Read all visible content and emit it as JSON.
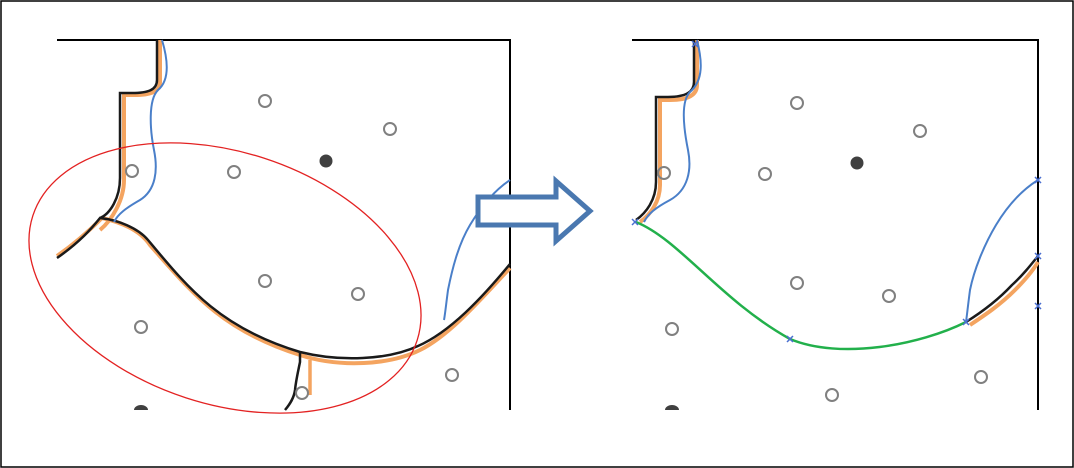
{
  "figure": {
    "colors": {
      "frame": "#000000",
      "black_curve": "#1a1a1a",
      "orange_curve": "#f4a460",
      "blue_curve": "#4a7fc9",
      "green_curve": "#22b04b",
      "ellipse": "#e32222",
      "arrow": "#4a78b0",
      "open_point": "#808080",
      "filled_point": "#404040",
      "marker": "#4a6fd1"
    },
    "left_panel": {
      "description_icons": [
        "open-point",
        "filled-point"
      ]
    },
    "right_panel": {
      "description_icons": [
        "open-point",
        "filled-point",
        "cross-marker"
      ]
    },
    "arrow": {
      "icon": "right-arrow-icon",
      "direction": "right"
    }
  }
}
